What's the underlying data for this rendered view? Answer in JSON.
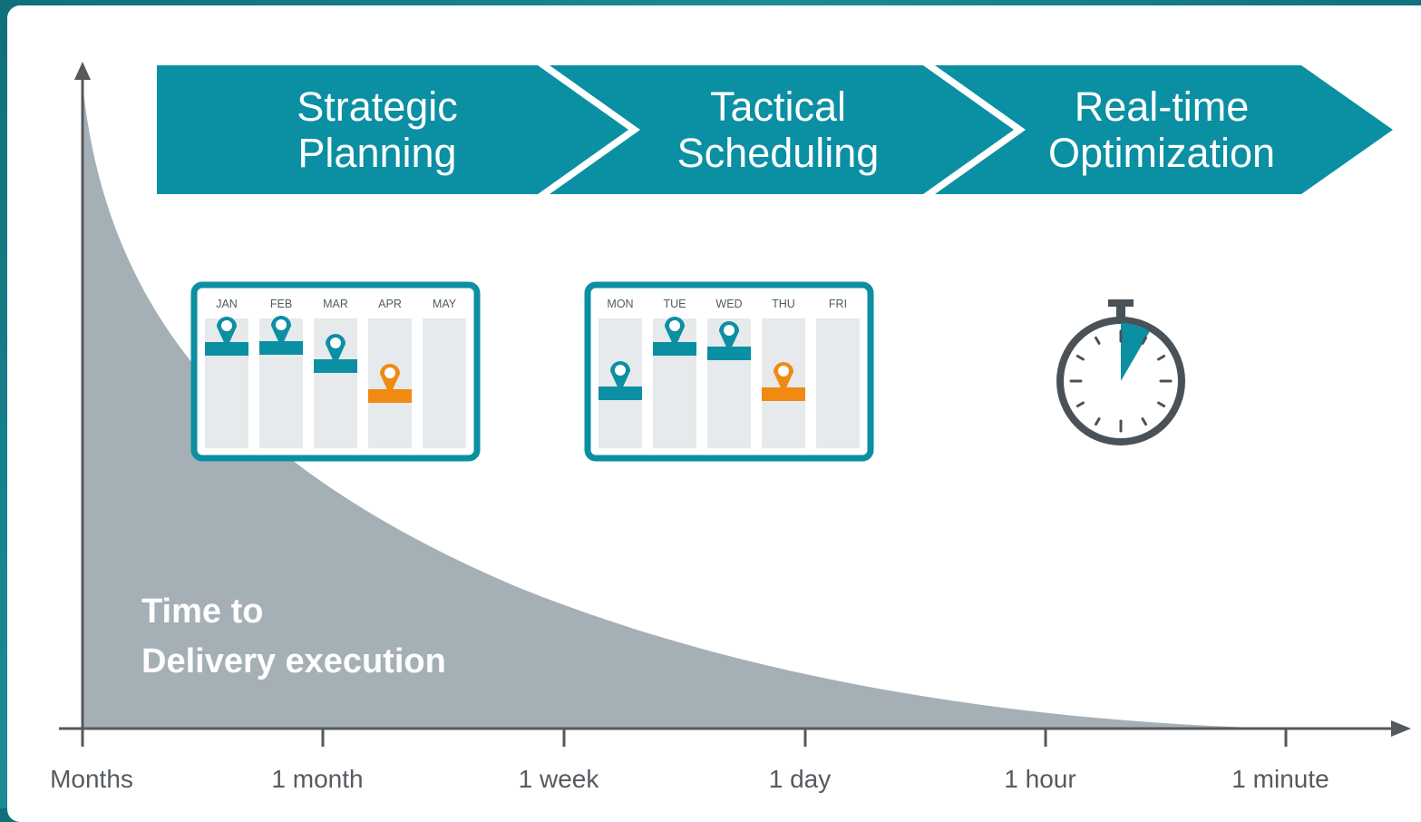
{
  "stages": [
    {
      "line1": "Strategic",
      "line2": "Planning"
    },
    {
      "line1": "Tactical",
      "line2": "Scheduling"
    },
    {
      "line1": "Real-time",
      "line2": "Optimization"
    }
  ],
  "curve_label": {
    "line1": "Time to",
    "line2": "Delivery execution"
  },
  "x_axis_ticks": [
    "Months",
    "1 month",
    "1 week",
    "1 day",
    "1 hour",
    "1 minute"
  ],
  "monthly_calendar": {
    "columns": [
      "JAN",
      "FEB",
      "MAR",
      "APR",
      "MAY"
    ]
  },
  "weekly_calendar": {
    "columns": [
      "MON",
      "TUE",
      "WED",
      "THU",
      "FRI"
    ]
  },
  "colors": {
    "banner": "#0b8fa3",
    "curve": "#a5b0b6",
    "axis": "#55595c",
    "teal_marker": "#0b8fa3",
    "orange_marker": "#f08a10",
    "calendar_column": "#e6eaec",
    "stopwatch": "#4a5157"
  },
  "icons": [
    "map-pin-icon",
    "stopwatch-icon"
  ]
}
